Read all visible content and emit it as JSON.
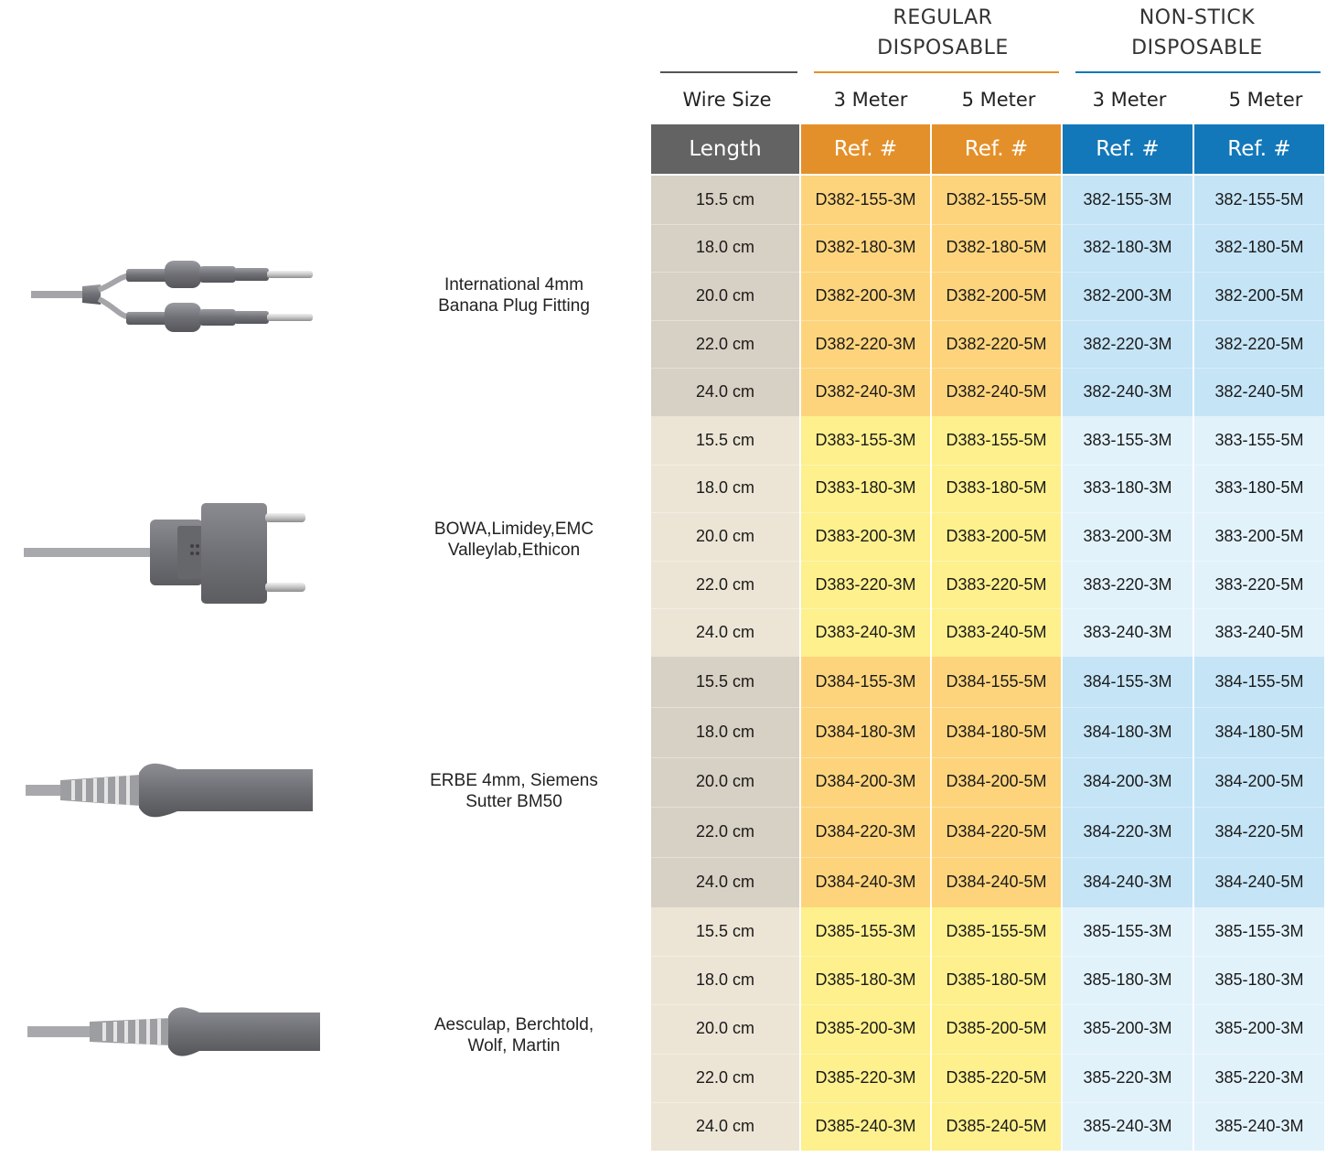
{
  "groups": {
    "regular": "REGULAR DISPOSABLE",
    "regular_l1": "REGULAR",
    "regular_l2": "DISPOSABLE",
    "nonstick_l1": "NON-STICK",
    "nonstick_l2": "DISPOSABLE"
  },
  "subheaders": {
    "wire_size": "Wire Size",
    "reg_3m": "3 Meter",
    "reg_5m": "5 Meter",
    "ns_3m": "3 Meter",
    "ns_5m": "5 Meter"
  },
  "headers": {
    "length": "Length",
    "ref1": "Ref. #",
    "ref2": "Ref. #",
    "ref3": "Ref. #",
    "ref4": "Ref. #"
  },
  "colors": {
    "length_header": "#636363",
    "regular_header": "#e4902a",
    "nonstick_header": "#1378b9",
    "regular_rule": "#e4902a",
    "nonstick_rule": "#1378b9",
    "wire_rule": "#555555"
  },
  "sections": [
    {
      "label_l1": "International 4mm",
      "label_l2": "Banana Plug Fitting",
      "connector_icon": "dual-banana-plug",
      "rows": [
        {
          "length": "15.5 cm",
          "reg3": "D382-155-3M",
          "reg5": "D382-155-5M",
          "ns3": "382-155-3M",
          "ns5": "382-155-5M"
        },
        {
          "length": "18.0 cm",
          "reg3": "D382-180-3M",
          "reg5": "D382-180-5M",
          "ns3": "382-180-3M",
          "ns5": "382-180-5M"
        },
        {
          "length": "20.0 cm",
          "reg3": "D382-200-3M",
          "reg5": "D382-200-5M",
          "ns3": "382-200-3M",
          "ns5": "382-200-5M"
        },
        {
          "length": "22.0 cm",
          "reg3": "D382-220-3M",
          "reg5": "D382-220-5M",
          "ns3": "382-220-3M",
          "ns5": "382-220-5M"
        },
        {
          "length": "24.0 cm",
          "reg3": "D382-240-3M",
          "reg5": "D382-240-5M",
          "ns3": "382-240-3M",
          "ns5": "382-240-5M"
        }
      ]
    },
    {
      "label_l1": "BOWA,Limidey,EMC",
      "label_l2": "Valleylab,Ethicon",
      "connector_icon": "twin-pin-block-plug",
      "rows": [
        {
          "length": "15.5 cm",
          "reg3": "D383-155-3M",
          "reg5": "D383-155-5M",
          "ns3": "383-155-3M",
          "ns5": "383-155-5M"
        },
        {
          "length": "18.0 cm",
          "reg3": "D383-180-3M",
          "reg5": "D383-180-5M",
          "ns3": "383-180-3M",
          "ns5": "383-180-5M"
        },
        {
          "length": "20.0 cm",
          "reg3": "D383-200-3M",
          "reg5": "D383-200-5M",
          "ns3": "383-200-3M",
          "ns5": "383-200-5M"
        },
        {
          "length": "22.0 cm",
          "reg3": "D383-220-3M",
          "reg5": "D383-220-5M",
          "ns3": "383-220-3M",
          "ns5": "383-220-5M"
        },
        {
          "length": "24.0 cm",
          "reg3": "D383-240-3M",
          "reg5": "D383-240-5M",
          "ns3": "383-240-3M",
          "ns5": "383-240-5M"
        }
      ]
    },
    {
      "label_l1": "ERBE 4mm, Siemens",
      "label_l2": "Sutter BM50",
      "connector_icon": "single-socket-plug",
      "rows": [
        {
          "length": "15.5 cm",
          "reg3": "D384-155-3M",
          "reg5": "D384-155-5M",
          "ns3": "384-155-3M",
          "ns5": "384-155-5M"
        },
        {
          "length": "18.0 cm",
          "reg3": "D384-180-3M",
          "reg5": "D384-180-5M",
          "ns3": "384-180-3M",
          "ns5": "384-180-5M"
        },
        {
          "length": "20.0 cm",
          "reg3": "D384-200-3M",
          "reg5": "D384-200-5M",
          "ns3": "384-200-3M",
          "ns5": "384-200-5M"
        },
        {
          "length": "22.0 cm",
          "reg3": "D384-220-3M",
          "reg5": "D384-220-5M",
          "ns3": "384-220-3M",
          "ns5": "384-220-5M"
        },
        {
          "length": "24.0 cm",
          "reg3": "D384-240-3M",
          "reg5": "D384-240-5M",
          "ns3": "384-240-3M",
          "ns5": "384-240-5M"
        }
      ]
    },
    {
      "label_l1": "Aesculap, Berchtold,",
      "label_l2": "Wolf, Martin",
      "connector_icon": "single-socket-plug-long",
      "rows": [
        {
          "length": "15.5 cm",
          "reg3": "D385-155-3M",
          "reg5": "D385-155-5M",
          "ns3": "385-155-3M",
          "ns5": "385-155-3M"
        },
        {
          "length": "18.0 cm",
          "reg3": "D385-180-3M",
          "reg5": "D385-180-5M",
          "ns3": "385-180-3M",
          "ns5": "385-180-3M"
        },
        {
          "length": "20.0 cm",
          "reg3": "D385-200-3M",
          "reg5": "D385-200-5M",
          "ns3": "385-200-3M",
          "ns5": "385-200-3M"
        },
        {
          "length": "22.0 cm",
          "reg3": "D385-220-3M",
          "reg5": "D385-220-5M",
          "ns3": "385-220-3M",
          "ns5": "385-220-3M"
        },
        {
          "length": "24.0 cm",
          "reg3": "D385-240-3M",
          "reg5": "D385-240-5M",
          "ns3": "385-240-3M",
          "ns5": "385-240-3M"
        }
      ]
    }
  ]
}
